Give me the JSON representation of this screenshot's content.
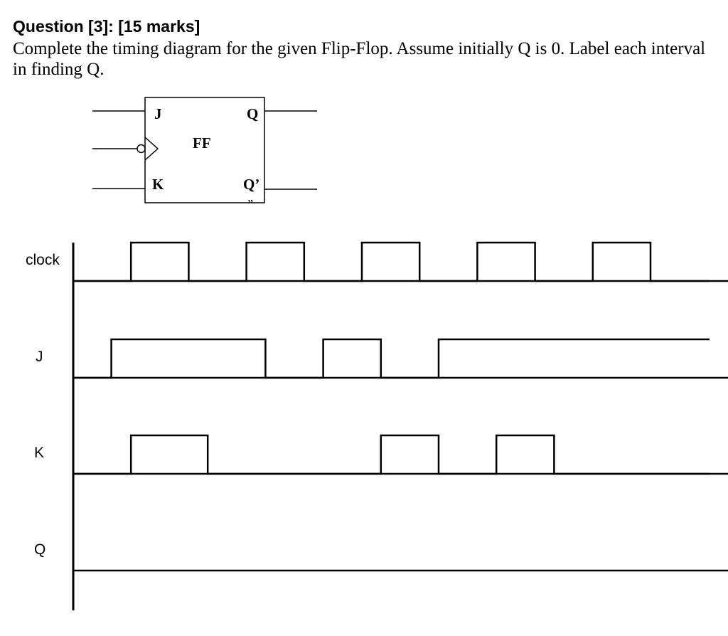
{
  "question": {
    "title": "Question [3]: [15 marks]",
    "body": "Complete the timing diagram for the given Flip-Flop.  Assume initially Q is 0. Label each interval in finding Q."
  },
  "flip_flop": {
    "name": "FF",
    "input_j": "J",
    "input_k": "K",
    "output_q": "Q",
    "output_q_bar": "Q’",
    "stray_mark": "’’"
  },
  "signals": [
    {
      "label": "clock",
      "initial": 0,
      "edges": [
        1,
        2,
        3,
        4,
        5,
        6,
        7,
        8,
        9,
        10
      ],
      "period": 2,
      "end": 11.5
    },
    {
      "label": "J",
      "initial": 0,
      "edges": [
        0.66,
        3.33,
        4.33,
        5.33,
        6.33
      ],
      "end": 11.5
    },
    {
      "label": "K",
      "initial": 0,
      "edges": [
        1,
        2.33,
        5.33,
        6.33,
        7.33,
        8.33
      ],
      "end": 11.5
    },
    {
      "label": "Q",
      "initial": 0,
      "edges": [],
      "end": 11.5
    }
  ]
}
